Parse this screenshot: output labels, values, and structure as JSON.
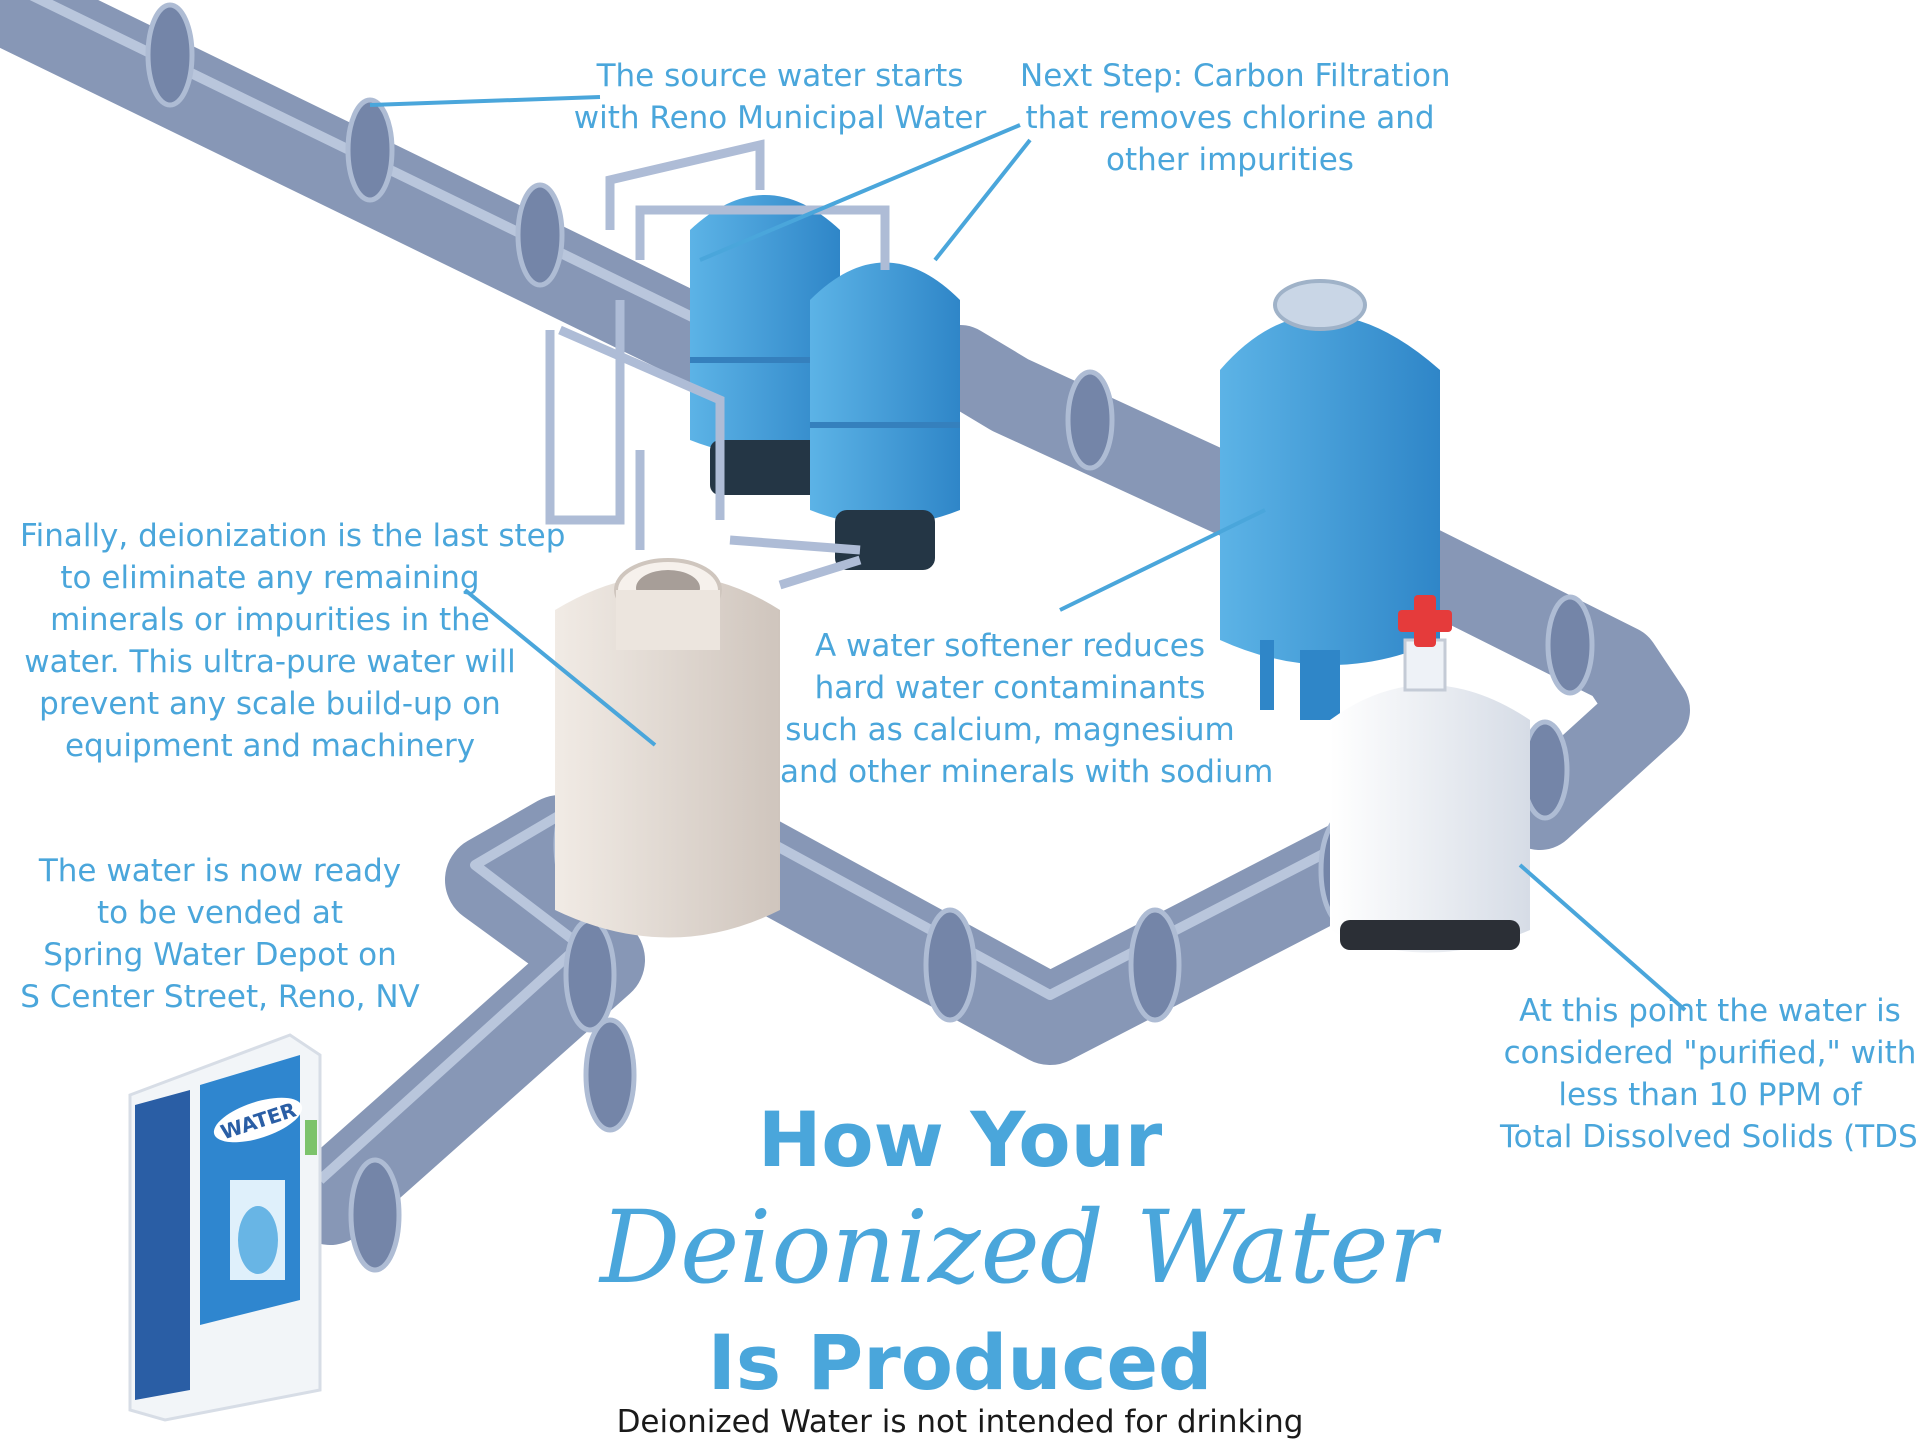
{
  "title": {
    "line1": "How Your",
    "line2": "Deionized Water",
    "line3": "Is Produced"
  },
  "disclaimer": "Deionized Water is not intended for drinking",
  "callouts": {
    "source": [
      "The source water starts",
      "with Reno Municipal Water"
    ],
    "carbon": [
      "Next Step: Carbon Filtration",
      "that removes chlorine and",
      "other impurities"
    ],
    "deionization": [
      "Finally, deionization is the last step",
      "to eliminate any remaining",
      "minerals or impurities in the",
      "water. This ultra-pure water will",
      "prevent any scale build-up on",
      "equipment and machinery"
    ],
    "softener": [
      "A water softener reduces",
      "hard water contaminants",
      "such as calcium, magnesium",
      "and other minerals with sodium"
    ],
    "vended": [
      "The water is now ready",
      "to be vended at",
      "Spring Water Depot on",
      "S Center Street, Reno, NV"
    ],
    "purified": [
      "At this point the water is",
      "considered \"purified,\" with",
      "less than 10 PPM of",
      "Total Dissolved Solids (TDS.)"
    ]
  },
  "vending_machine": {
    "label": "WATER"
  },
  "colors": {
    "text_accent": "#4aa6db",
    "pipe": "#8a9bbb",
    "pipe_highlight": "#b9c6dc",
    "tank_blue": "#4a9fd8",
    "tank_cream": "#e7dfd8",
    "valve_red": "#e53b3b"
  }
}
